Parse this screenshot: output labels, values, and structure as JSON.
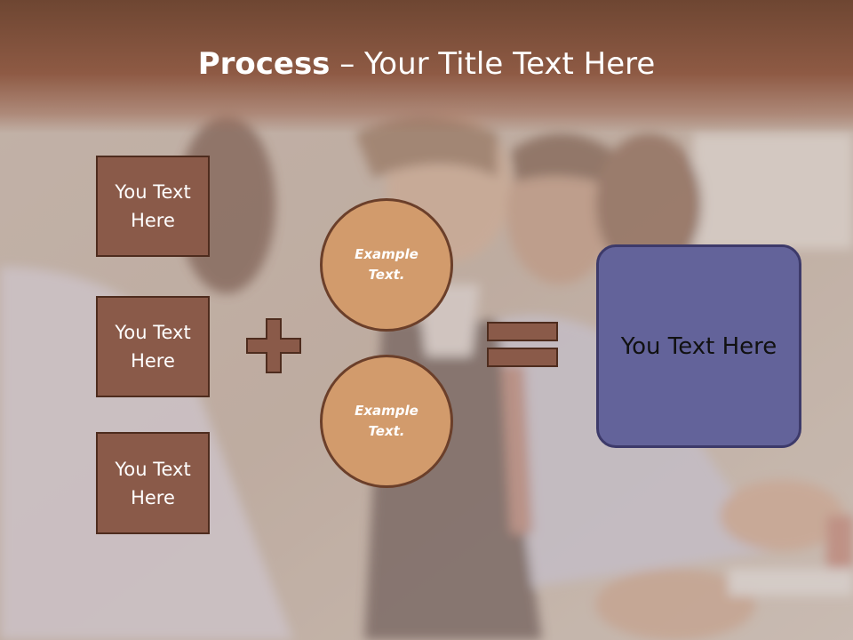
{
  "title": {
    "bold": "Process",
    "rest": " – Your Title Text Here"
  },
  "left_boxes": [
    {
      "text": "You Text Here"
    },
    {
      "text": "You Text Here"
    },
    {
      "text": "You Text Here"
    }
  ],
  "circles": [
    {
      "text": "Example Text."
    },
    {
      "text": "Example Text."
    }
  ],
  "result_box": {
    "text": "You Text Here"
  },
  "colors": {
    "header": "#8e5a44",
    "box_fill": "#8a5a49",
    "circle_fill": "#d29b6c",
    "result_fill": "#63639a"
  },
  "icons": {
    "plus": "plus-icon",
    "equals": "equals-icon"
  }
}
